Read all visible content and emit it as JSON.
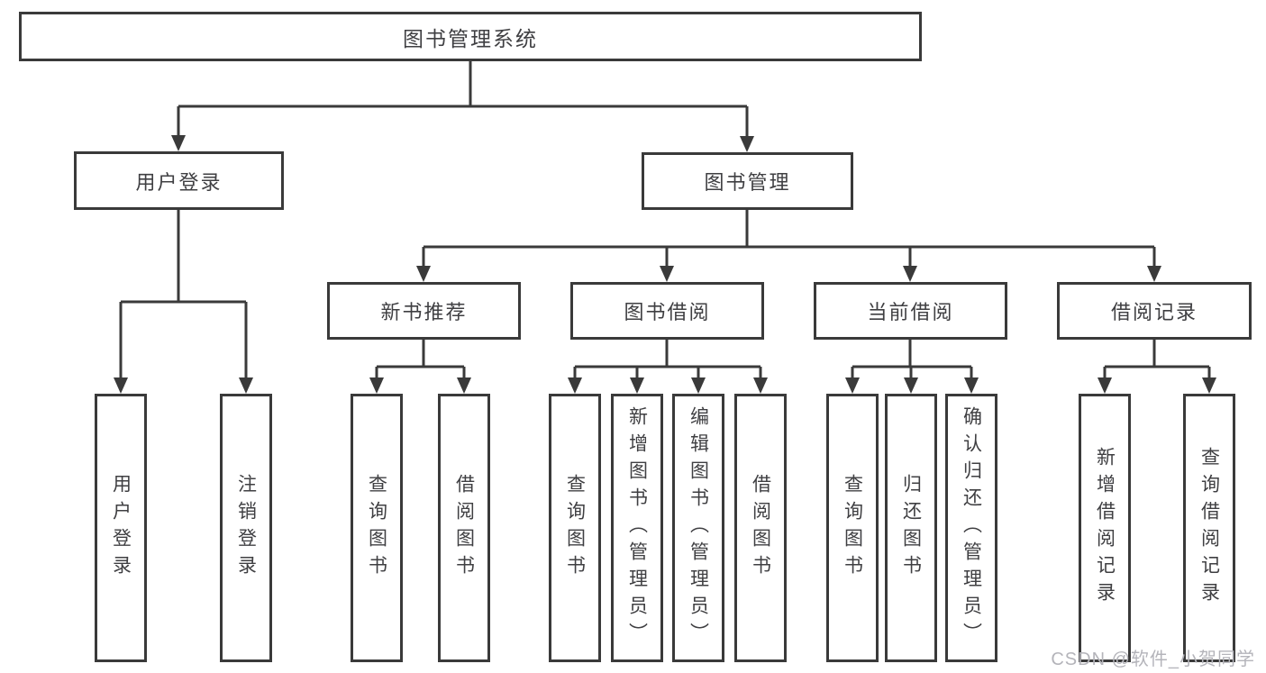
{
  "diagram": {
    "title": "图书管理系统",
    "level2": [
      {
        "label": "用户登录",
        "children": [
          {
            "label": "用户登录"
          },
          {
            "label": "注销登录"
          }
        ]
      },
      {
        "label": "图书管理",
        "children": [
          {
            "label": "新书推荐",
            "children": [
              {
                "label": "查询图书"
              },
              {
                "label": "借阅图书"
              }
            ]
          },
          {
            "label": "图书借阅",
            "children": [
              {
                "label": "查询图书"
              },
              {
                "label": "新增图书（管理员）"
              },
              {
                "label": "编辑图书（管理员）"
              },
              {
                "label": "借阅图书"
              }
            ]
          },
          {
            "label": "当前借阅",
            "children": [
              {
                "label": "查询图书"
              },
              {
                "label": "归还图书"
              },
              {
                "label": "确认归还（管理员）"
              }
            ]
          },
          {
            "label": "借阅记录",
            "children": [
              {
                "label": "新增借阅记录"
              },
              {
                "label": "查询借阅记录"
              }
            ]
          }
        ]
      }
    ]
  },
  "watermark": {
    "text": "CSDN @软件_小贺同学"
  },
  "colors": {
    "line": "#3a3a3a",
    "text": "#3f3f42",
    "background": "#ffffff",
    "watermark": "#b4b4ba"
  }
}
